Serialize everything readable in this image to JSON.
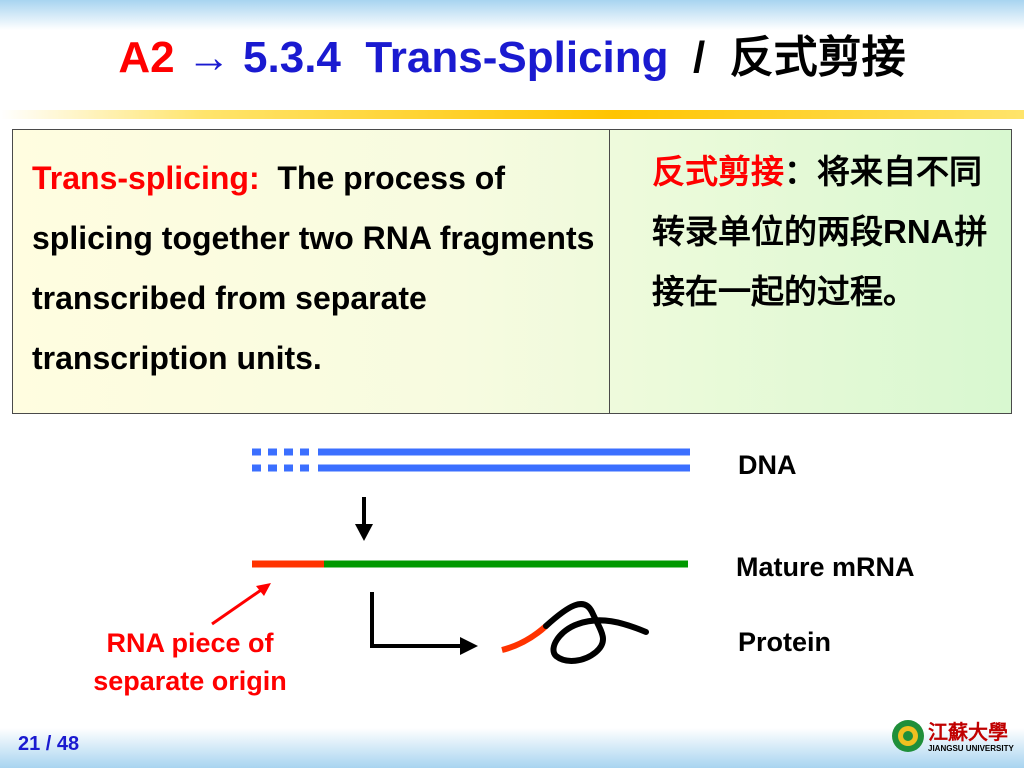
{
  "title": {
    "prefix": "A2",
    "arrow": "→",
    "section": "5.3.4",
    "topic": "Trans-Splicing",
    "slash": "/",
    "topic_zh": "反式剪接"
  },
  "definition": {
    "term": "Trans-splicing:",
    "text": "The process of splicing together two RNA fragments transcribed from separate transcription units.",
    "term_zh": "反式剪接",
    "text_zh": "：将来自不同转录单位的两段RNA拼接在一起的过程。"
  },
  "diagram": {
    "dna_label": "DNA",
    "mrna_label": "Mature mRNA",
    "protein_label": "Protein",
    "origin_label_line1": "RNA piece of",
    "origin_label_line2": "separate origin"
  },
  "footer": {
    "page_current": "21",
    "page_sep": " / ",
    "page_total": "48",
    "logo_text": "江蘇大學",
    "logo_sub": "JIANGSU UNIVERSITY"
  },
  "colors": {
    "title_red": "#ff0000",
    "title_blue": "#1a1ad0",
    "dna_blue": "#3b6fff",
    "mrna_green": "#009900",
    "origin_red": "#ff3300"
  }
}
